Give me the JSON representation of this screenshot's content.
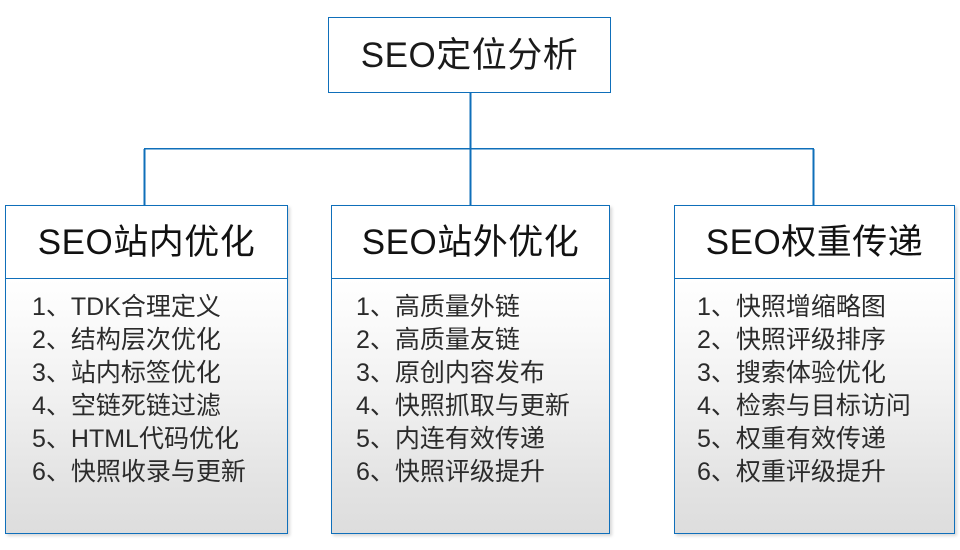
{
  "diagram": {
    "type": "org-tree",
    "accent_color": "#0f6fba",
    "background_color": "#ffffff",
    "body_gradient_from": "#ffffff",
    "body_gradient_to": "#dddddd",
    "text_color": "#2b2b2b",
    "root": {
      "title": "SEO定位分析"
    },
    "branches": [
      {
        "title": "SEO站内优化",
        "items": [
          "1、TDK合理定义",
          "2、结构层次优化",
          "3、站内标签优化",
          "4、空链死链过滤",
          "5、HTML代码优化",
          "6、快照收录与更新"
        ]
      },
      {
        "title": "SEO站外优化",
        "items": [
          "1、高质量外链",
          "2、高质量友链",
          "3、原创内容发布",
          "4、快照抓取与更新",
          "5、内连有效传递",
          "6、快照评级提升"
        ]
      },
      {
        "title": "SEO权重传递",
        "items": [
          "1、快照增缩略图",
          "2、快照评级排序",
          "3、搜索体验优化",
          "4、检索与目标访问",
          "5、权重有效传递",
          "6、权重评级提升"
        ]
      }
    ]
  }
}
